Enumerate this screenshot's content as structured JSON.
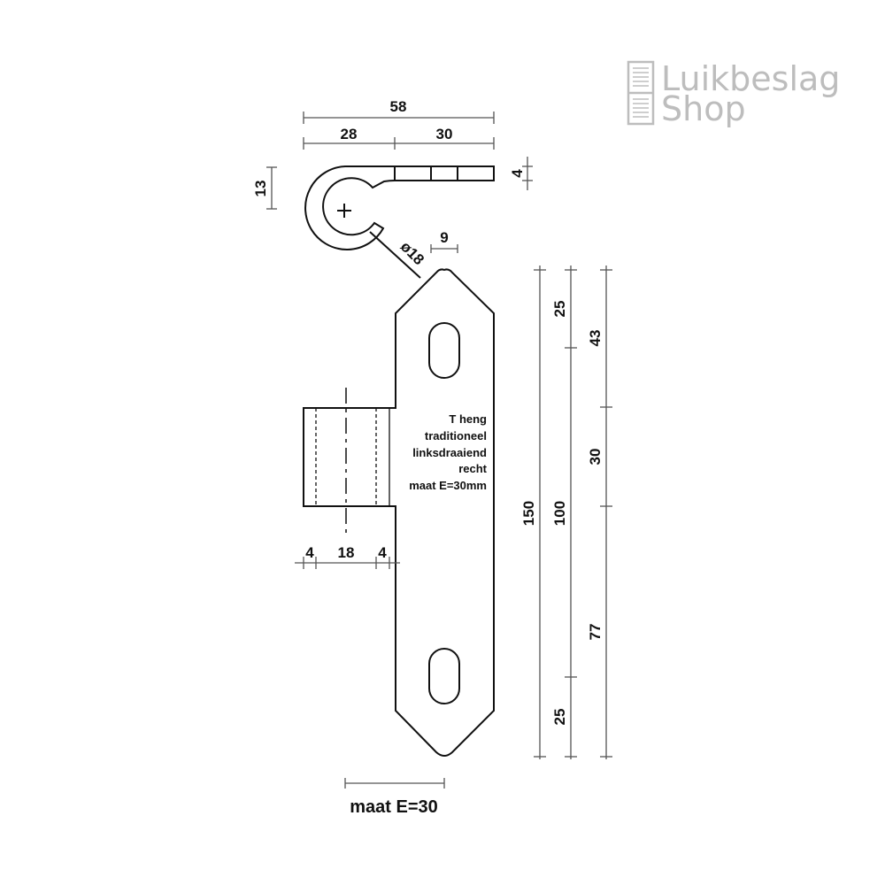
{
  "logo": {
    "line1": "Luikbeslag",
    "line2": "Shop",
    "color": "#bdbdbd"
  },
  "top_view": {
    "dim_total": "58",
    "dim_left": "28",
    "dim_right": "30",
    "dim_height": "13",
    "dim_thickness": "4",
    "dim_diameter": "ø18",
    "dim_offset": "9"
  },
  "front_view": {
    "note": [
      "T heng",
      "traditioneel",
      "linksdraaiend",
      "recht",
      "maat E=30mm"
    ],
    "dim_knuckle": [
      "4",
      "18",
      "4"
    ],
    "dim_total_length": "150",
    "dim_hole_spacing": [
      "25",
      "100",
      "25"
    ],
    "dim_knuckle_position": [
      "43",
      "30",
      "77"
    ],
    "maat_label": "maat E=30"
  }
}
